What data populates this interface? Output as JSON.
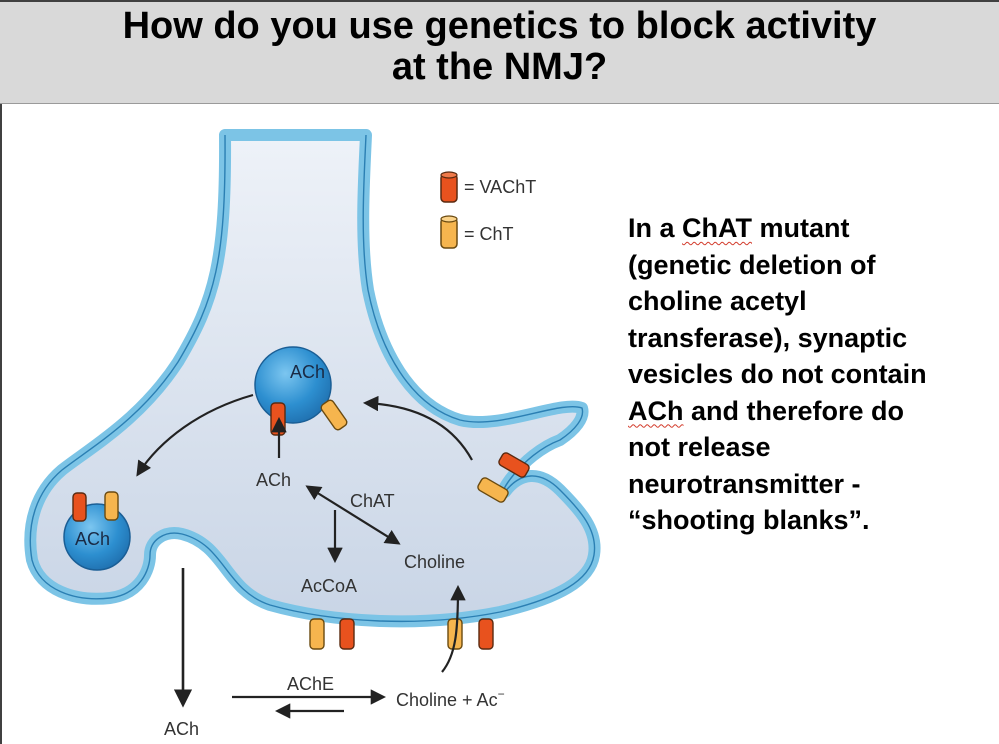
{
  "slide": {
    "title_line1": "How do you use genetics to block activity",
    "title_line2": "at the NMJ?"
  },
  "legend": {
    "vacht": "= VAChT",
    "cht": "= ChT"
  },
  "diagram": {
    "vesicle_top": "ACh",
    "vesicle_docked": "ACh",
    "ach_inside": "ACh",
    "chat": "ChAT",
    "choline": "Choline",
    "accoa": "AcCoA",
    "ache": "AChE",
    "choline_ac": "Choline + Ac",
    "ach_cleft": "ACh",
    "ac_superscript": "−"
  },
  "explanation": {
    "line1_a": "In a ",
    "line1_b": "ChAT",
    "line1_c": " mutant",
    "line2": "(genetic deletion of",
    "line3": "choline acetyl",
    "line4": "transferase), synaptic",
    "line5": "vesicles do not contain",
    "line6_a": "ACh",
    "line6_b": " and therefore do",
    "line7": "not release",
    "line8": "neurotransmitter -",
    "line9": "“shooting blanks”."
  },
  "colors": {
    "title_bg": "#d9d9d9",
    "membrane": "#7cc4e6",
    "terminal_fill": "#d9e2ef",
    "vesicle": "#2d8fd0",
    "vacht": "#e8521e",
    "cht": "#f6b54e"
  }
}
